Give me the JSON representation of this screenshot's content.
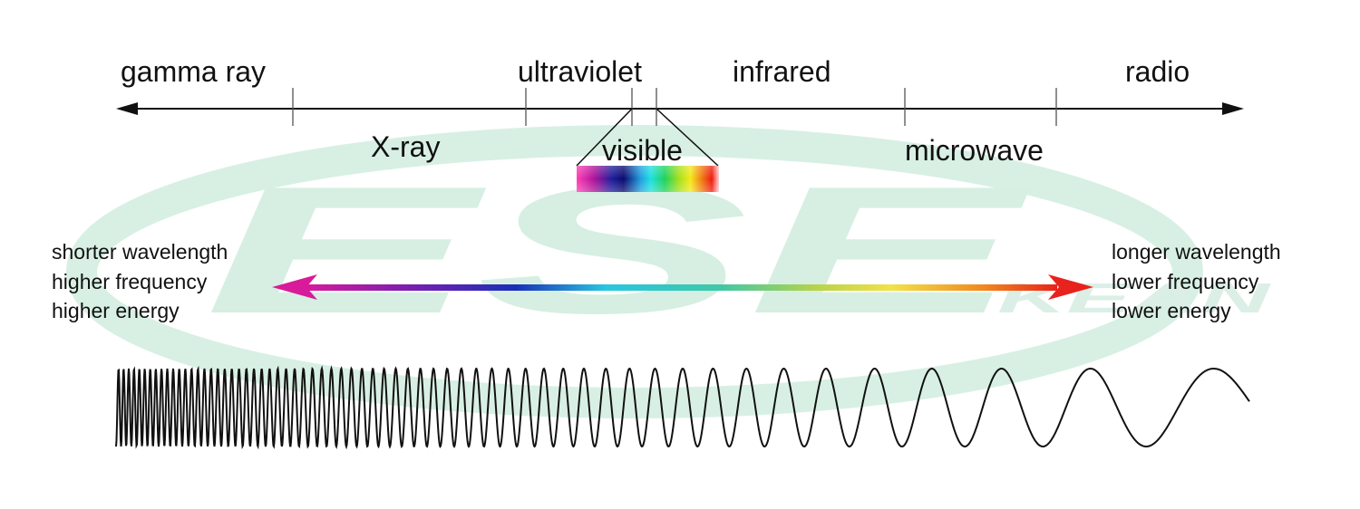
{
  "spectrum": {
    "bands_above": {
      "gamma": "gamma ray",
      "ultraviolet": "ultraviolet",
      "infrared": "infrared",
      "radio": "radio"
    },
    "bands_below": {
      "xray": "X-ray",
      "visible": "visible",
      "microwave": "microwave"
    }
  },
  "left_block": {
    "line1": "shorter wavelength",
    "line2": "higher frequency",
    "line3": "higher energy"
  },
  "right_block": {
    "line1": "longer wavelength",
    "line2": "lower frequency",
    "line3": "lower energy"
  },
  "watermark": {
    "logo_text": "ESE",
    "sub_text": "KEAN"
  },
  "colors": {
    "axis": "#111111",
    "watermark": "#d8f0e4",
    "gradient": [
      "#d81b9a",
      "#7a1fb0",
      "#1a2fb8",
      "#2ac6e0",
      "#3fc7a8",
      "#b8d34a",
      "#f1e24a",
      "#f08a1f",
      "#e8221c"
    ]
  }
}
